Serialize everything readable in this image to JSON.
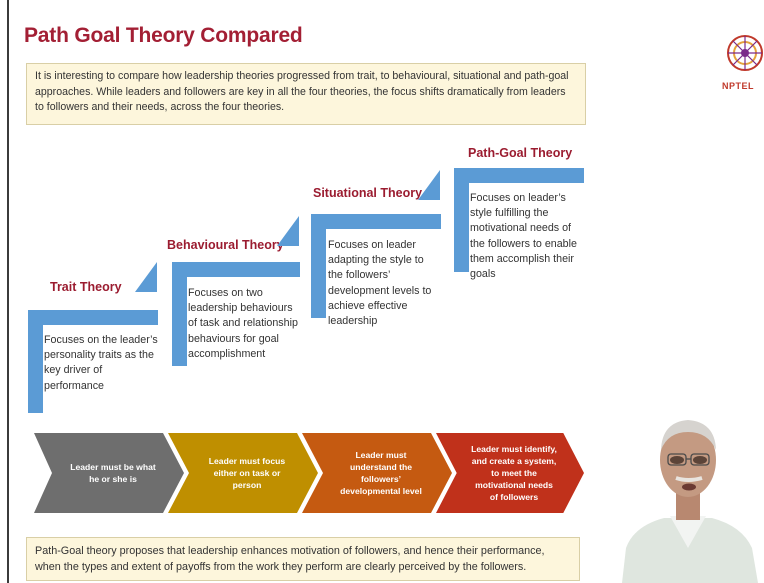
{
  "slide": {
    "title": "Path Goal Theory Compared",
    "intro": "It is interesting to compare how leadership theories progressed from trait, to behavioural, situational and path-goal approaches. While leaders and followers are key in all the four theories, the focus shifts dramatically from leaders to followers and their needs, across the four theories.",
    "stages": [
      {
        "title": "Trait Theory",
        "description": "Focuses on the leader’s personality traits as the key driver of performance"
      },
      {
        "title": "Behavioural Theory",
        "description": "Focuses on two leadership behaviours of task and relationship behaviours for goal accomplishment"
      },
      {
        "title": "Situational  Theory",
        "description": "Focuses on leader adapting the style to the followers’ development levels to achieve effective leadership"
      },
      {
        "title": "Path-Goal Theory",
        "description": "Focuses on leader’s style fulfilling the motivational needs of the followers to enable them accomplish their goals"
      }
    ],
    "arrows": [
      {
        "text": "Leader must be what he or she is",
        "color": "#6e6e6e"
      },
      {
        "text": "Leader must focus either on task or person",
        "color": "#bf8f00"
      },
      {
        "text": "Leader must understand the followers’ developmental level",
        "color": "#c55a11"
      },
      {
        "text": "Leader must identify, and create a system, to meet the motivational needs of followers",
        "color": "#c0311b"
      }
    ],
    "conclusion": "Path-Goal theory proposes that leadership enhances motivation of followers, and hence their performance, when the types and extent of payoffs from the work they perform are clearly perceived by the followers."
  },
  "branding": {
    "logo_text": "NPTEL",
    "logo_icon": "nptel-wheel-icon"
  },
  "colors": {
    "title": "#a31f34",
    "stair_blue": "#5b9bd5",
    "box_bg": "#fdf6dc"
  }
}
